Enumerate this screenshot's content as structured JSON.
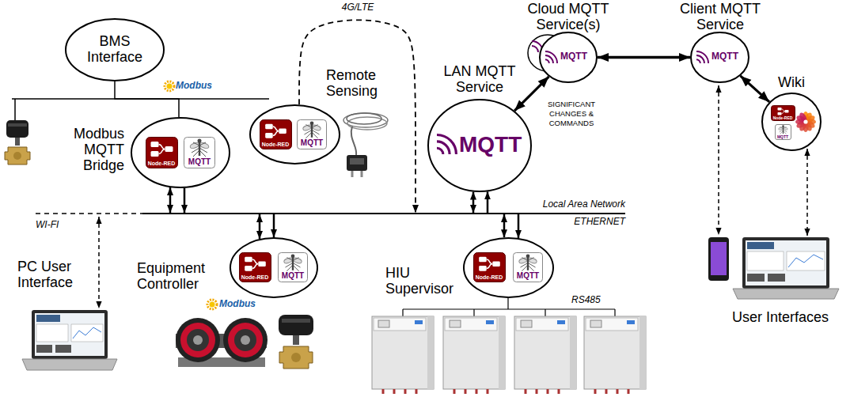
{
  "diagram": {
    "nodes": [
      {
        "text": [
          "BMS Interface"
        ]
      },
      {
        "text": [
          "Modbus MQTT Bridge"
        ]
      },
      {
        "text": [
          "Node-RED"
        ],
        "in": 1
      },
      {
        "text": [
          "MQTT"
        ],
        "in": 1
      },
      {
        "text": [
          "Remote Sensing"
        ]
      },
      {
        "text": [
          "Node-RED"
        ],
        "in": 4
      },
      {
        "text": [
          "MQTT"
        ],
        "in": 4
      },
      {
        "text": [
          "LAN MQTT Service",
          "MQTT"
        ]
      },
      {
        "text": [
          "Cloud MQTT Service(s)",
          "MQTT"
        ]
      },
      {
        "text": [
          "Client MQTT Service",
          "MQTT"
        ]
      },
      {
        "text": [
          "Wiki"
        ]
      },
      {
        "text": [
          "Node-RED"
        ],
        "in": 10
      },
      {
        "text": [
          "MQTT"
        ],
        "in": 10
      },
      {
        "text": [
          "WI-FI",
          "Local Area Network",
          "ETHERNET"
        ]
      },
      {
        "text": [
          "Equipment Controller"
        ]
      },
      {
        "text": [
          "Node-RED"
        ],
        "in": 14
      },
      {
        "text": [
          "MQTT"
        ],
        "in": 14
      },
      {
        "text": [
          "HIU Supervisor"
        ]
      },
      {
        "text": [
          "Node-RED"
        ],
        "in": 17
      },
      {
        "text": [
          "MQTT"
        ],
        "in": 17
      }
    ],
    "edges": [
      {
        "from": 0,
        "to": 1,
        "arrow": "none"
      },
      {
        "from": 1,
        "to": 13,
        "arrow": "both"
      },
      {
        "from": 1,
        "to": 13,
        "arrow": "to"
      },
      {
        "from": 4,
        "to": 13,
        "arrow": "to",
        "label": "4G/LTE"
      },
      {
        "from": 7,
        "to": 13,
        "arrow": "both"
      },
      {
        "from": 13,
        "to": 7,
        "arrow": "to"
      },
      {
        "from": 7,
        "to": 8,
        "arrow": "both",
        "label": "SIGNIFICANT CHANGES & COMMANDS"
      },
      {
        "from": 8,
        "to": 9,
        "arrow": "both"
      },
      {
        "from": 9,
        "to": 10,
        "arrow": "both"
      },
      {
        "from": 14,
        "to": 13,
        "arrow": "both"
      },
      {
        "from": 13,
        "to": 14,
        "arrow": "to"
      },
      {
        "from": 17,
        "to": 13,
        "arrow": "both"
      },
      {
        "from": 13,
        "to": 17,
        "arrow": "to"
      }
    ],
    "labels": [
      "Modbus",
      "Modbus",
      "PC User Interface",
      "RS485",
      "User Interfaces"
    ]
  }
}
